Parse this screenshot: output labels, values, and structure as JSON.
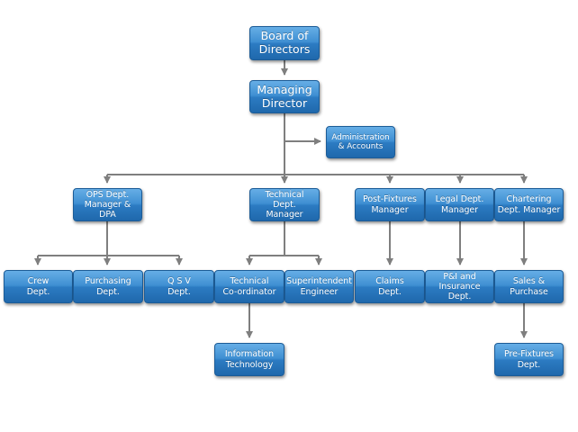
{
  "org_chart": {
    "board": "Board of\nDirectors",
    "managing_director": "Managing\nDirector",
    "administration": "Administration\n& Accounts",
    "ops_manager": "OPS Dept.\nManager &\nDPA",
    "technical_manager": "Technical\nDept.\nManager",
    "post_fixtures_manager": "Post-Fixtures\nManager",
    "legal_manager": "Legal Dept.\nManager",
    "chartering_manager": "Chartering\nDept. Manager",
    "crew": "Crew\nDept.",
    "purchasing": "Purchasing\nDept.",
    "qsv": "Q S V\nDept.",
    "technical_coordinator": "Technical\nCo-ordinator",
    "superintendent": "Superintendent\nEngineer",
    "claims": "Claims\nDept.",
    "pandi": "P&I and\nInsurance\nDept.",
    "sales_purchase": "Sales &\nPurchase",
    "information_technology": "Information\nTechnology",
    "pre_fixtures": "Pre-Fixtures\nDept."
  },
  "colors": {
    "box_top": "#66aee6",
    "box_bottom": "#1f68ac",
    "connector": "#7f7f7f",
    "text": "#ffffff"
  }
}
